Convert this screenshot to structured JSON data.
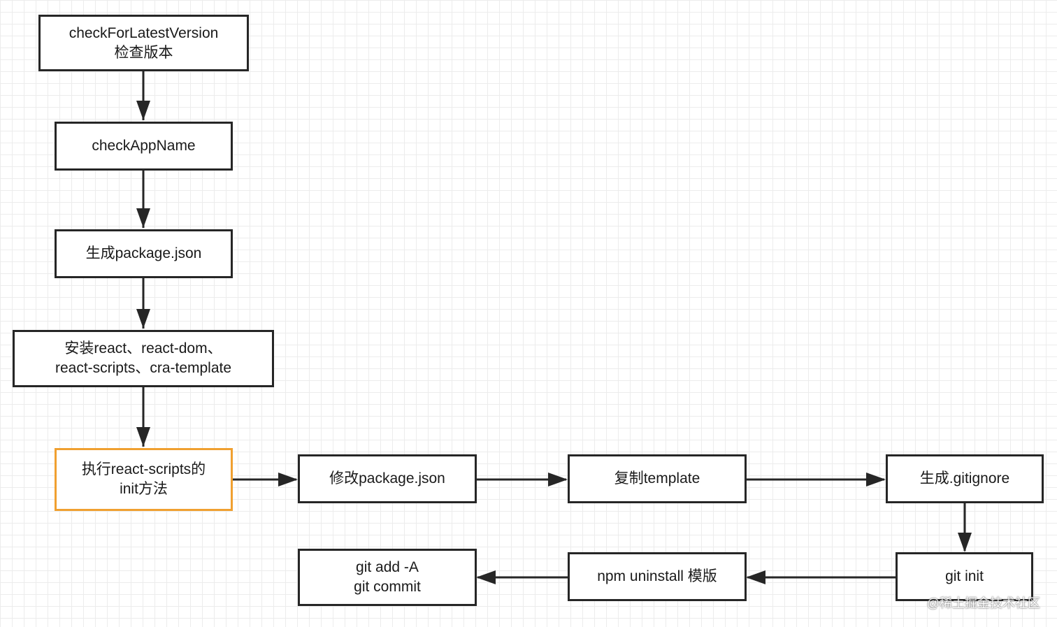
{
  "nodes": {
    "check_latest": {
      "line1": "checkForLatestVersion",
      "line2": "检查版本"
    },
    "check_app_name": {
      "line1": "checkAppName"
    },
    "gen_package_json": {
      "line1": "生成package.json"
    },
    "install_deps": {
      "line1": "安装react、react-dom、",
      "line2": "react-scripts、cra-template"
    },
    "run_init": {
      "line1": "执行react-scripts的",
      "line2": "init方法"
    },
    "modify_package_json": {
      "line1": "修改package.json"
    },
    "copy_template": {
      "line1": "复制template"
    },
    "gen_gitignore": {
      "line1": "生成.gitignore"
    },
    "git_init": {
      "line1": "git init"
    },
    "npm_uninstall": {
      "line1": "npm uninstall 模版"
    },
    "git_commit": {
      "line1": "git add -A",
      "line2": "git commit"
    }
  },
  "colors": {
    "border": "#262626",
    "highlight_border": "#f0a030",
    "grid": "#ececec"
  },
  "watermark": "@稀土掘金技术社区"
}
